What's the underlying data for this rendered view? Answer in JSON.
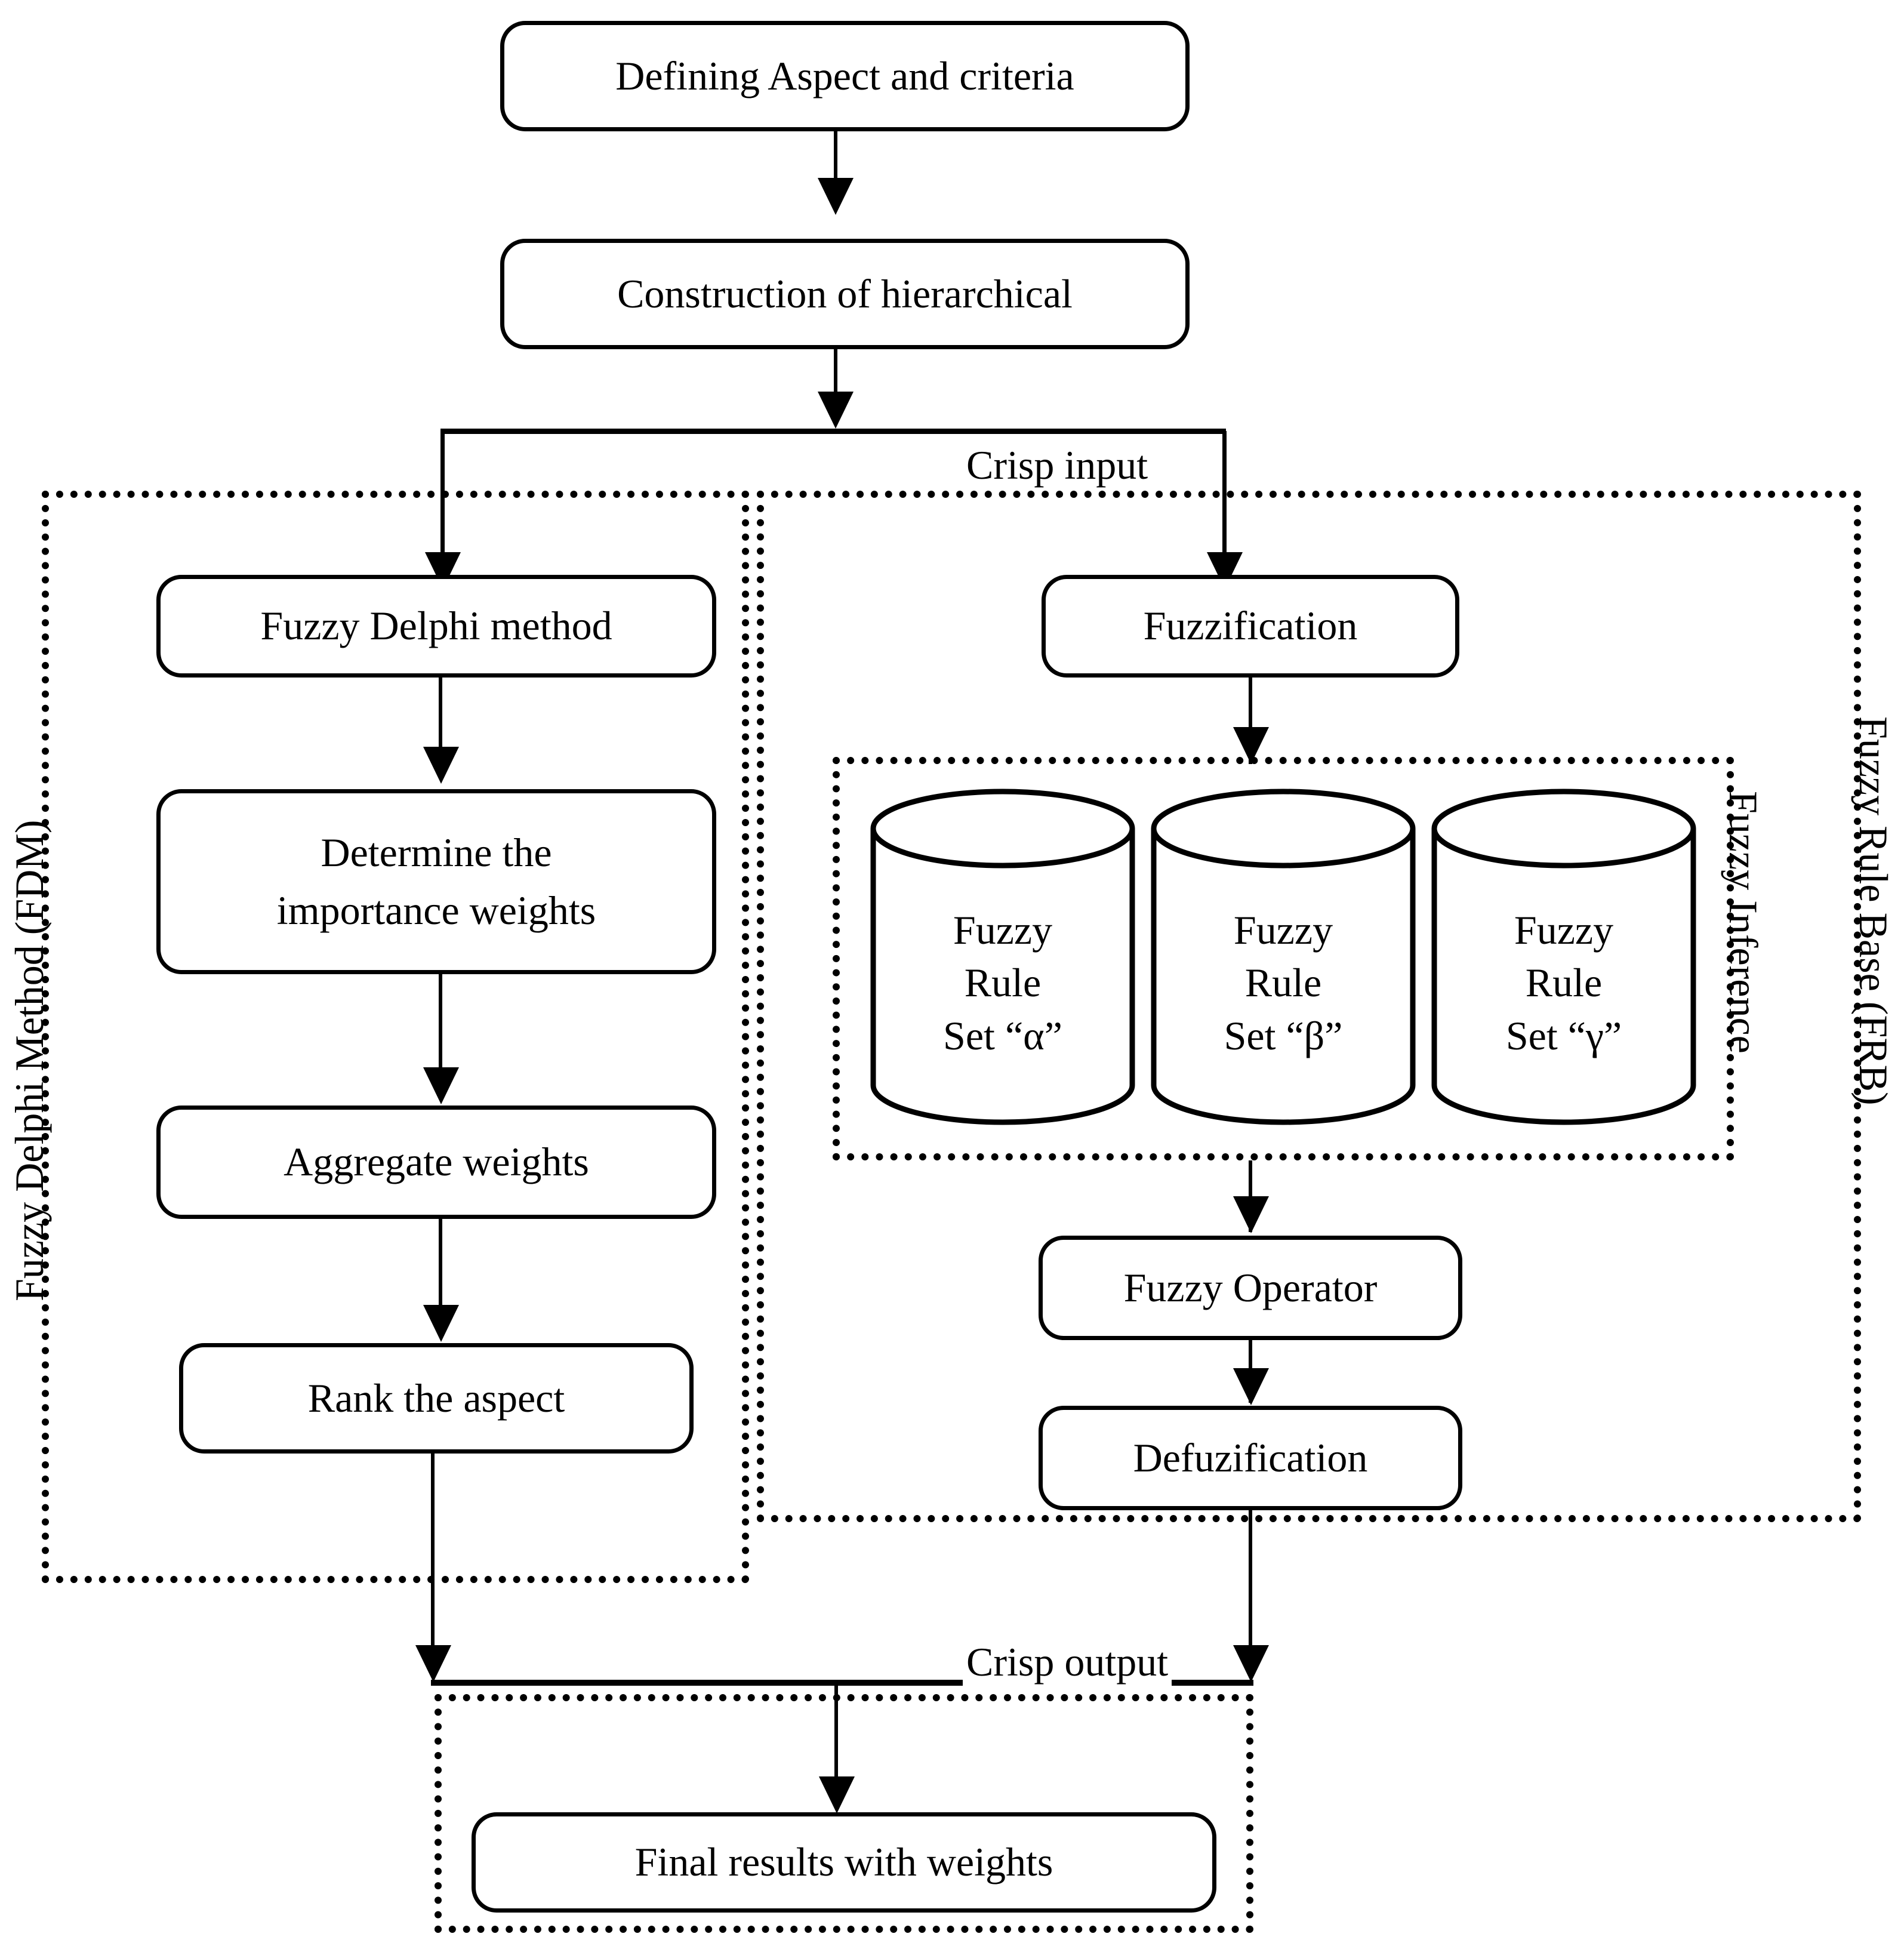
{
  "diagram": {
    "title": "Fuzzy Delphi Method and Fuzzy Rule Base flowchart",
    "type": "flowchart",
    "line_color": "#000000",
    "background_color": "#ffffff"
  },
  "nodes": {
    "defining_aspect": "Defining Aspect and criteria",
    "construction_hierarchical": "Construction of hierarchical",
    "fuzzy_delphi_method": "Fuzzy Delphi method",
    "determine_importance_weights_line1": "Determine the",
    "determine_importance_weights_line2": "importance weights",
    "aggregate_weights": "Aggregate  weights",
    "rank_the_aspect": "Rank the aspect",
    "fuzzification": "Fuzzification",
    "fuzzy_operator": "Fuzzy Operator",
    "defuzification": "Defuzification",
    "final_results": "Final results with weights"
  },
  "cylinders": [
    {
      "line1": "Fuzzy",
      "line2": "Rule",
      "line3": "Set “α”"
    },
    {
      "line1": "Fuzzy",
      "line2": "Rule",
      "line3": "Set “β”"
    },
    {
      "line1": "Fuzzy",
      "line2": "Rule",
      "line3": "Set “γ”"
    }
  ],
  "edge_labels": {
    "crisp_input": "Crisp input",
    "crisp_output": "Crisp output"
  },
  "group_labels": {
    "fdm": "Fuzzy Delphi Method (FDM)",
    "frb": "Fuzzy Rule Base (FRB)",
    "fuzzy_inference": "Fuzzy Inference"
  }
}
